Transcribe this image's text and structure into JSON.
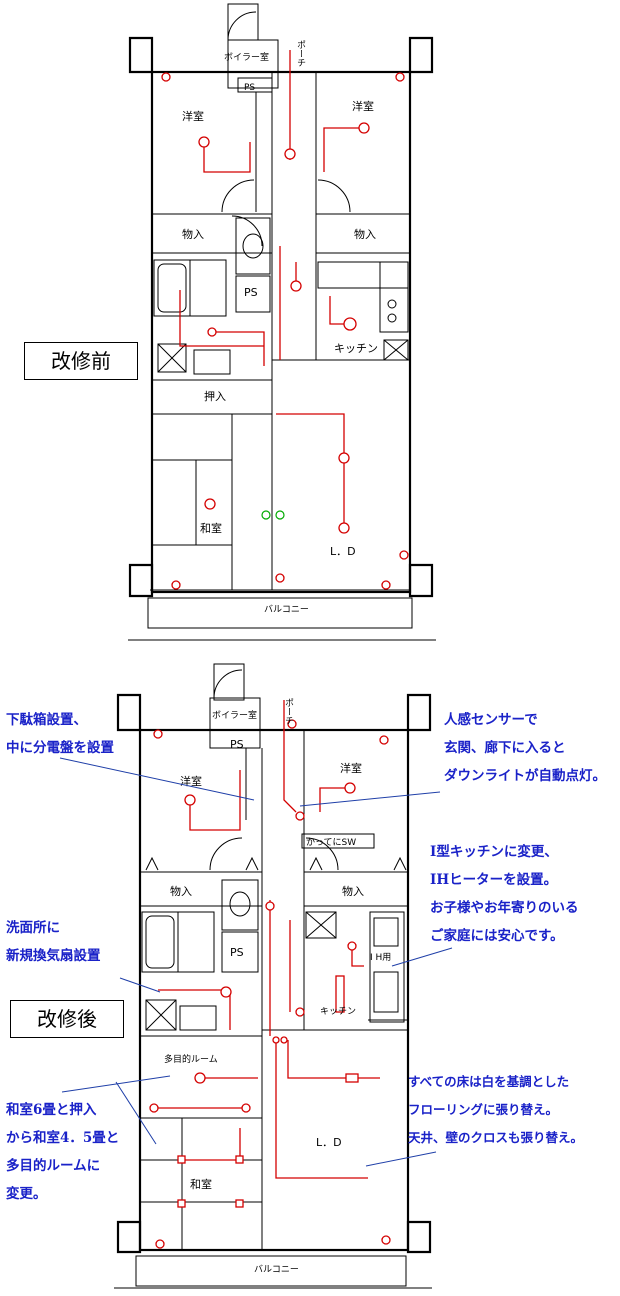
{
  "before": {
    "title": "改修前",
    "rooms": {
      "boiler": "ボイラー室",
      "ps_top": "PS",
      "porch": "ポーチ",
      "western_left": "洋室",
      "western_right": "洋室",
      "storage_left": "物入",
      "storage_right": "物入",
      "ps_mid": "PS",
      "kitchen": "キッチン",
      "closet": "押入",
      "japanese": "和室",
      "ld": "L．D",
      "balcony": "バルコニー"
    }
  },
  "after": {
    "title": "改修後",
    "rooms": {
      "boiler": "ボイラー室",
      "ps_top": "PS",
      "porch": "ポーチ",
      "western_left": "洋室",
      "western_right": "洋室",
      "storage_left": "物入",
      "storage_right": "物入",
      "ps_mid": "PS",
      "kitchen": "キッチン",
      "ih": "I H用",
      "multi": "多目的ルーム",
      "japanese": "和室",
      "ld": "L．D",
      "balcony": "バルコニー",
      "sw": "かってにSW"
    },
    "notes": {
      "shoe_box": "下駄箱設置、\n中に分電盤を設置",
      "sensor": "人感センサーで\n玄関、廊下に入ると\nダウンライトが自動点灯。",
      "kitchen": "I型キッチンに変更、\nIHヒーターを設置。\nお子様やお年寄りのいる\nご家庭には安心です。",
      "fan": "洗面所に\n新規換気扇設置",
      "japanese_room": "和室6畳と押入\nから和室4．5畳と\n多目的ルームに\n変更。",
      "floor": "すべての床は白を基調とした\nフローリングに張り替え。\n天井、壁のクロスも張り替え。"
    }
  },
  "colors": {
    "wiring": "#d40000",
    "notes": "#1a22c8"
  }
}
